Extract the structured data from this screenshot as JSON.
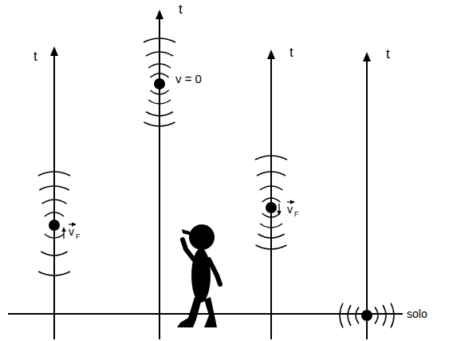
{
  "diagram": {
    "labels": [
      "t",
      "t",
      "t",
      "t",
      "v = 0",
      "v",
      "F",
      "v",
      "F",
      "solo"
    ]
  }
}
